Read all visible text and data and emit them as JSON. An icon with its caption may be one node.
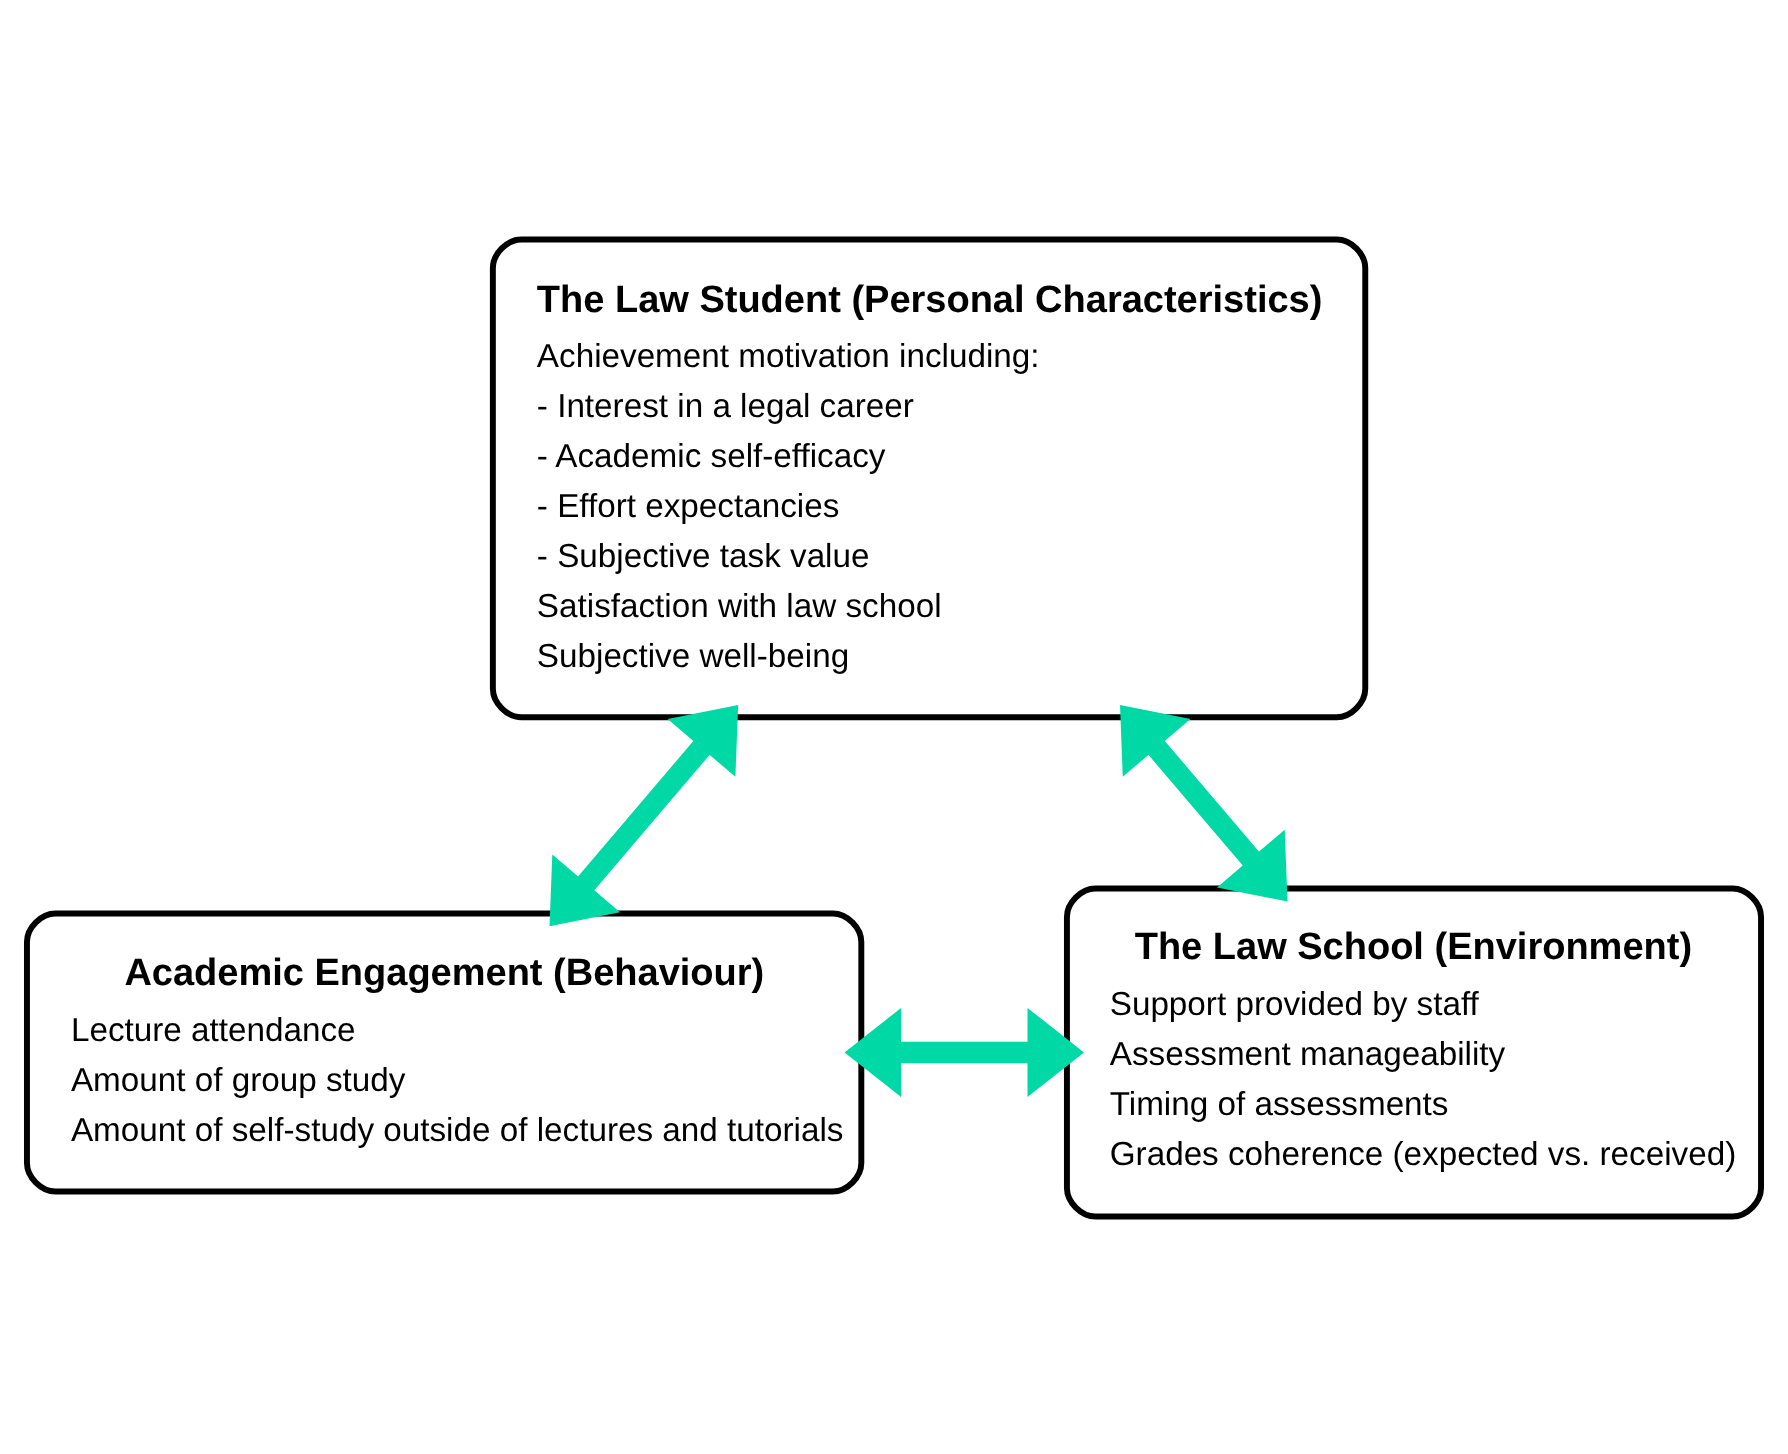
{
  "diagram": {
    "nodes": [
      {
        "text": [
          "The Law Student (Personal Characteristics)",
          "Achievement motivation including:",
          "- Interest in a legal career",
          "- Academic self-efficacy",
          "- Effort expectancies",
          "- Subjective task value",
          "Satisfaction with law school",
          "Subjective well-being"
        ]
      },
      {
        "text": [
          "Academic Engagement (Behaviour)",
          "Lecture attendance",
          "Amount of group study",
          "Amount of self-study outside of lectures and tutorials"
        ]
      },
      {
        "text": [
          "The Law School (Environment)",
          "Support provided by staff",
          "Assessment manageability",
          "Timing of assessments",
          "Grades coherence (expected vs. received)"
        ]
      }
    ],
    "edges": [
      {
        "from": 0,
        "to": 1,
        "arrow": "both"
      },
      {
        "from": 0,
        "to": 2,
        "arrow": "both"
      },
      {
        "from": 1,
        "to": 2,
        "arrow": "both"
      }
    ]
  }
}
